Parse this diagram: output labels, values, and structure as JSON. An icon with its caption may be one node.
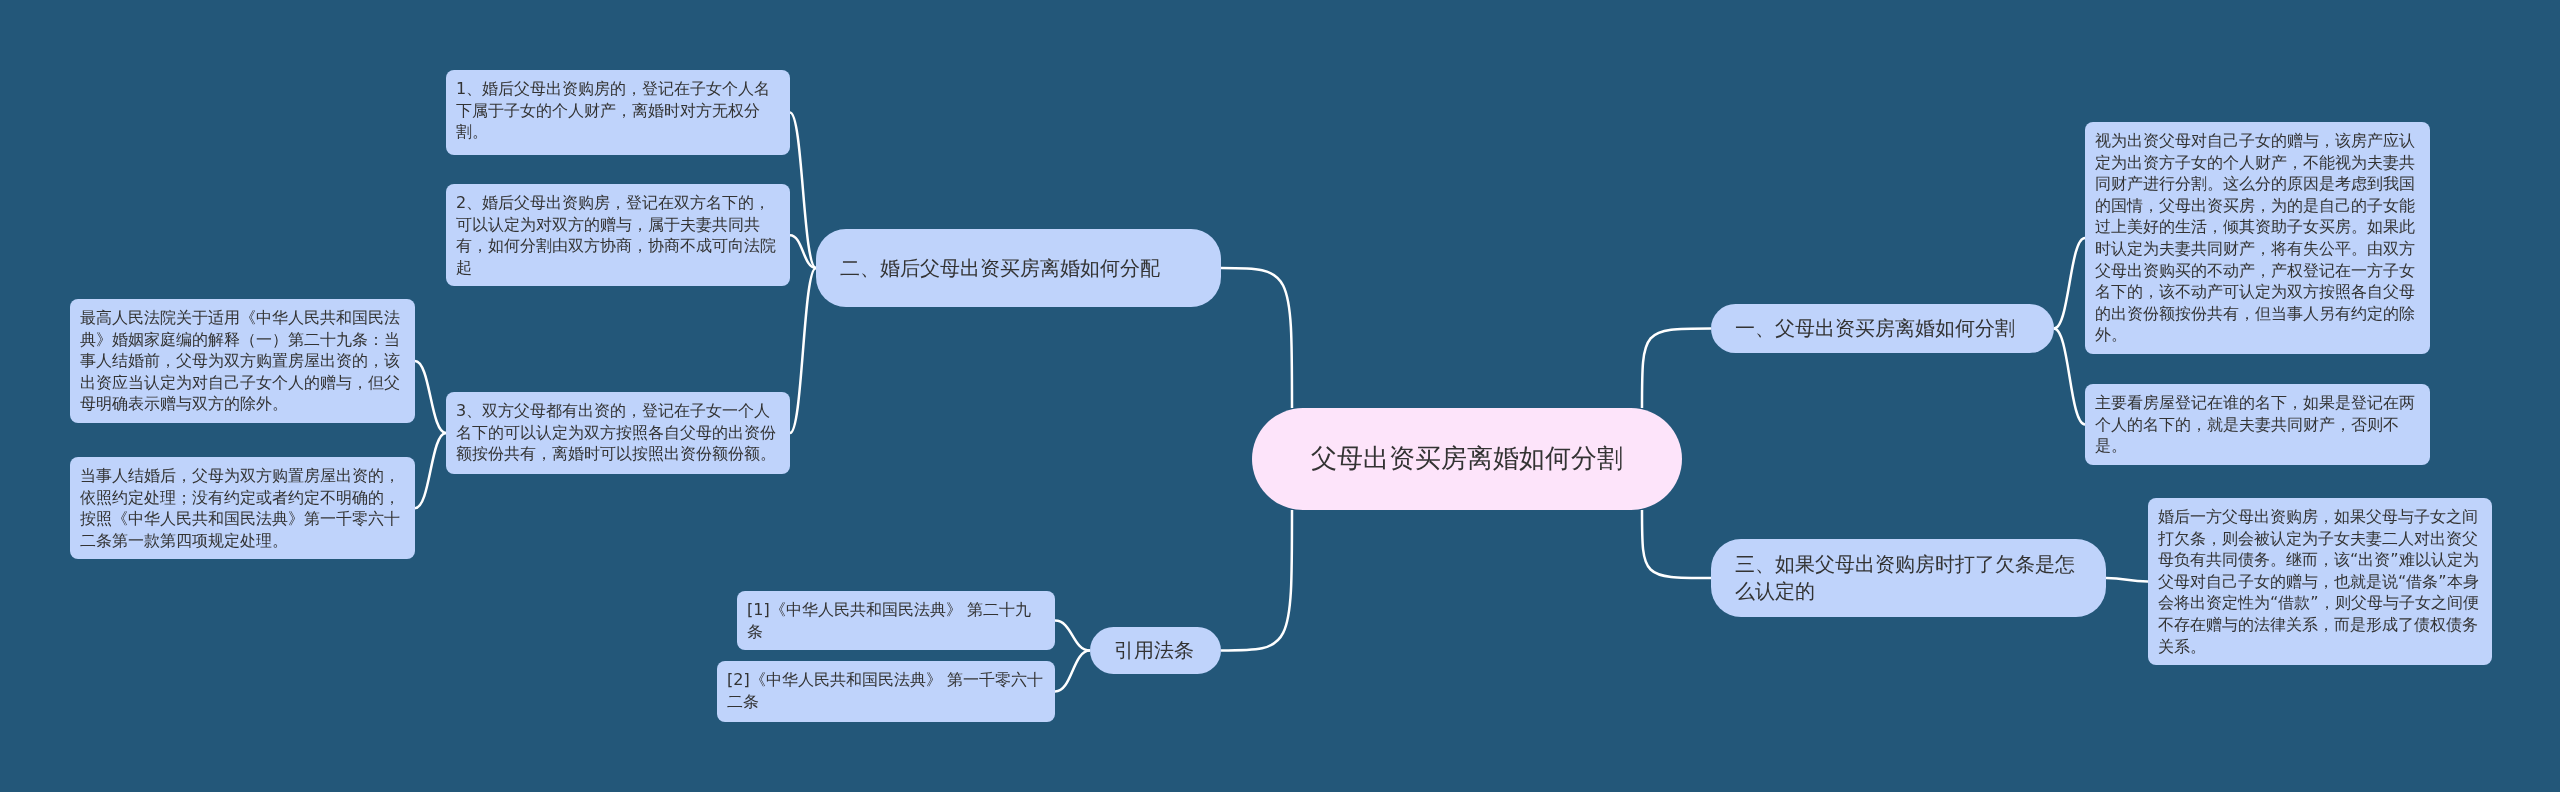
{
  "diagram": {
    "nodes": [
      {
        "text": [
          "父母出资买房离婚如何分割"
        ]
      },
      {
        "text": [
          "一、父母出资买房离婚如何分割"
        ]
      },
      {
        "text": [
          "视为出资父母对自己子女的赠与，该房产应认定为出资方子女的个人财产，不能视为夫妻共同财产进行分割。这么分的原因是考虑到我国的国情，父母出资买房，为的是自己的子女能过上美好的生活，倾其资助子女买房。如果此时认定为夫妻共同财产，将有失公平。由双方父母出资购买的不动产，产权登记在一方子女名下的，该不动产可认定为双方按照各自父母的出资份额按份共有，但当事人另有约定的除外。"
        ]
      },
      {
        "text": [
          "主要看房屋登记在谁的名下，如果是登记在两个人的名下的，就是夫妻共同财产，否则不是。"
        ]
      },
      {
        "text": [
          "三、如果父母出资购房时打了欠条是怎么认定的"
        ]
      },
      {
        "text": [
          "婚后一方父母出资购房，如果父母与子女之间打欠条，则会被认定为子女夫妻二人对出资父母负有共同债务。继而，该“出资”难以认定为父母对自己子女的赠与，也就是说“借条”本身会将出资定性为“借款”，则父母与子女之间便不存在赠与的法律关系，而是形成了债权债务关系。"
        ]
      },
      {
        "text": [
          "二、婚后父母出资买房离婚如何分配"
        ]
      },
      {
        "text": [
          "1、婚后父母出资购房的，登记在子女个人名下属于子女的个人财产，离婚时对方无权分割。"
        ]
      },
      {
        "text": [
          "2、婚后父母出资购房，登记在双方名下的，可以认定为对双方的赠与，属于夫妻共同共有，如何分割由双方协商，协商不成可向法院起"
        ]
      },
      {
        "text": [
          "3、双方父母都有出资的，登记在子女一个人名下的可以认定为双方按照各自父母的出资份额按份共有，离婚时可以按照出资份额份额。"
        ]
      },
      {
        "text": [
          "最高人民法院关于适用《中华人民共和国民法典》婚姻家庭编的解释（一）第二十九条：当事人结婚前，父母为双方购置房屋出资的，该出资应当认定为对自己子女个人的赠与，但父母明确表示赠与双方的除外。"
        ]
      },
      {
        "text": [
          "当事人结婚后，父母为双方购置房屋出资的，依照约定处理；没有约定或者约定不明确的，按照《中华人民共和国民法典》第一千零六十二条第一款第四项规定处理。"
        ]
      },
      {
        "text": [
          "引用法条"
        ]
      },
      {
        "text": [
          "[1]《中华人民共和国民法典》 第二十九条"
        ]
      },
      {
        "text": [
          "[2]《中华人民共和国民法典》 第一千零六十二条"
        ]
      }
    ],
    "edges": [
      {
        "from": 0,
        "to": 1,
        "arrow": "none"
      },
      {
        "from": 1,
        "to": 2,
        "arrow": "none"
      },
      {
        "from": 1,
        "to": 3,
        "arrow": "none"
      },
      {
        "from": 0,
        "to": 4,
        "arrow": "none"
      },
      {
        "from": 4,
        "to": 5,
        "arrow": "none"
      },
      {
        "from": 0,
        "to": 6,
        "arrow": "none"
      },
      {
        "from": 6,
        "to": 7,
        "arrow": "none"
      },
      {
        "from": 6,
        "to": 8,
        "arrow": "none"
      },
      {
        "from": 6,
        "to": 9,
        "arrow": "none"
      },
      {
        "from": 9,
        "to": 10,
        "arrow": "none"
      },
      {
        "from": 9,
        "to": 11,
        "arrow": "none"
      },
      {
        "from": 0,
        "to": 12,
        "arrow": "none"
      },
      {
        "from": 12,
        "to": 13,
        "arrow": "none"
      },
      {
        "from": 12,
        "to": 14,
        "arrow": "none"
      }
    ]
  }
}
